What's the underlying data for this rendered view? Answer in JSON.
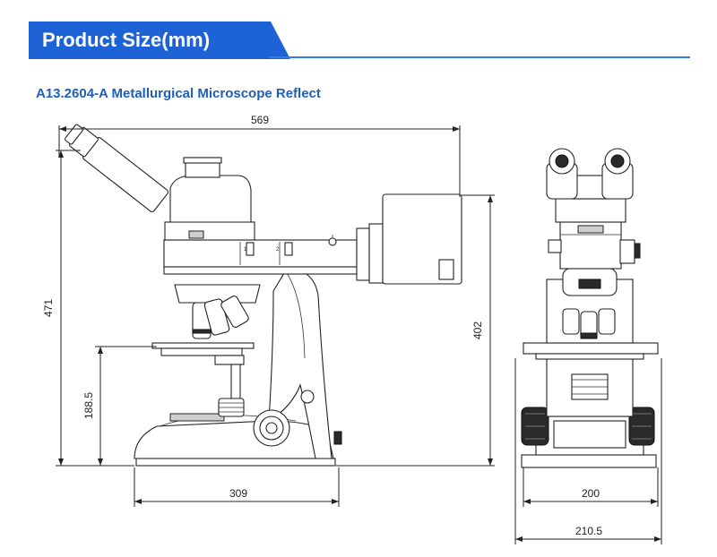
{
  "header": {
    "title": "Product Size(mm)",
    "accent_color": "#1e63d6",
    "rule_color": "#2f7fe6"
  },
  "subtitle": "A13.2604-A Metallurgical Microscope Reflect",
  "dimensions": {
    "total_width": "569",
    "total_height": "471",
    "height_to_arm": "402",
    "stage_height": "188.5",
    "base_depth": "309",
    "front_width": "200",
    "front_base_width": "210.5"
  },
  "panel_labels": {
    "label_1": "1",
    "label_2": "2"
  }
}
